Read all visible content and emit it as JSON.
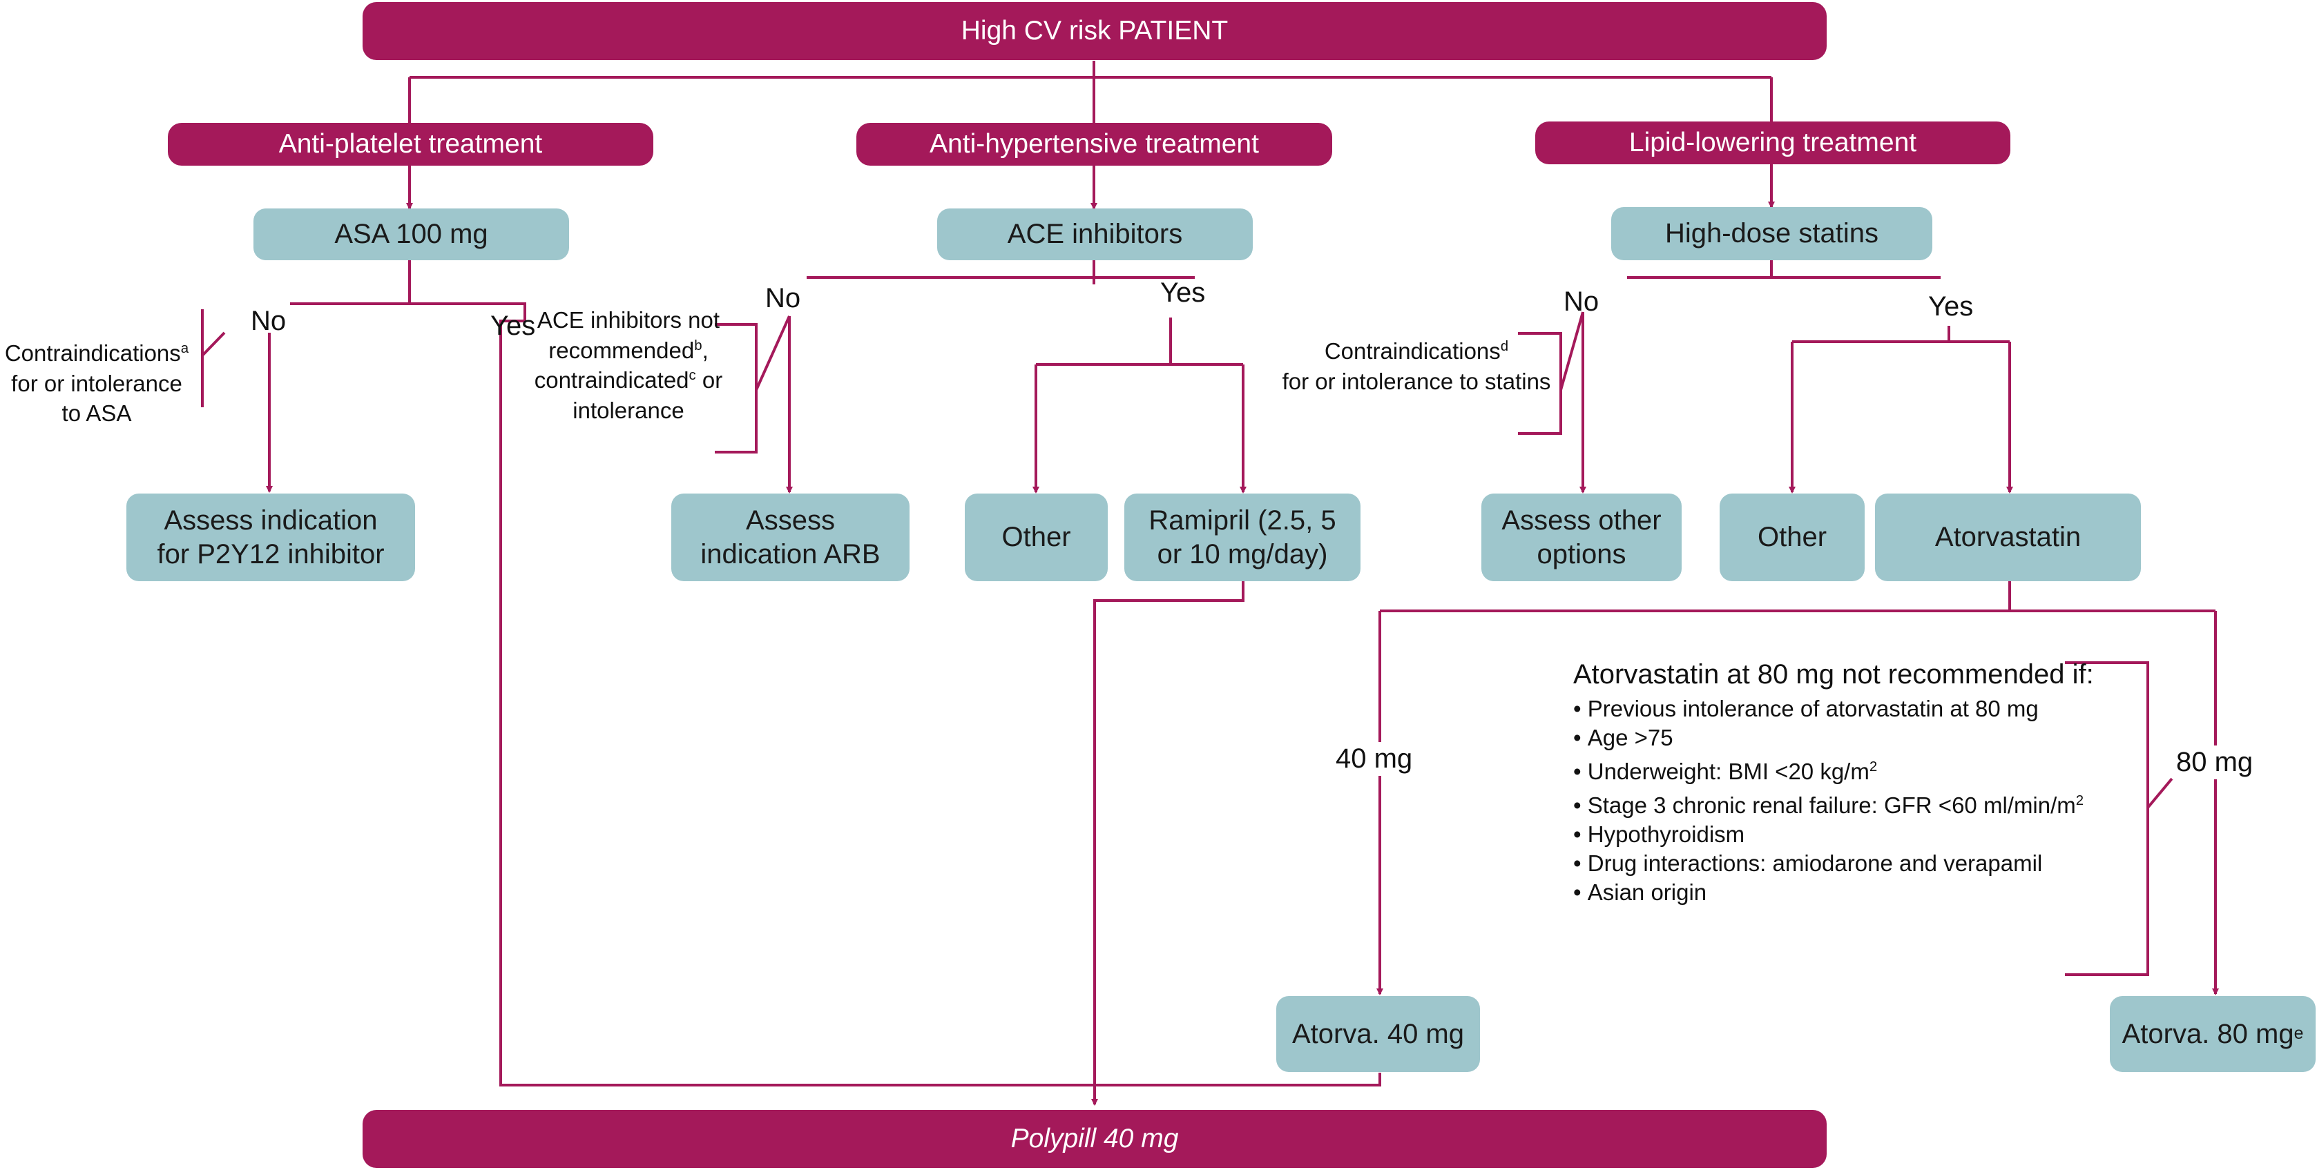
{
  "top": "High CV risk PATIENT",
  "bottom": "Polypill 40 mg",
  "colors": {
    "magenta": "#a4195a",
    "teal": "#9ec6cc"
  },
  "branches": {
    "antiplatelet": {
      "header": "Anti-platelet treatment",
      "drug": "ASA 100 mg",
      "no": "No",
      "yes": "Yes",
      "note_line1": "Contraindications",
      "note_sup": "a",
      "note_rest": "for or intolerance to ASA",
      "assess": "Assess indication for P2Y12 inhibitor"
    },
    "antihypertensive": {
      "header": "Anti-hypertensive treatment",
      "drug": "ACE inhibitors",
      "no": "No",
      "yes": "Yes",
      "note_a": "ACE inhibitors not recommended",
      "note_sup_b": "b",
      "note_b": ", contraindicated",
      "note_sup_c": "c",
      "note_c": " or intolerance",
      "assess": "Assess indication ARB",
      "other": "Other",
      "ramipril": "Ramipril (2.5, 5 or 10 mg/day)"
    },
    "lipid": {
      "header": "Lipid-lowering treatment",
      "drug": "High-dose statins",
      "no": "No",
      "yes": "Yes",
      "note_a": "Contraindications",
      "note_sup": "d",
      "note_b": "for or intolerance to statins",
      "assess": "Assess other options",
      "other": "Other",
      "atorvastatin": "Atorvastatin",
      "dose40_label": "40 mg",
      "dose80_label": "80 mg",
      "atorva40": "Atorva. 40 mg",
      "atorva80": "Atorva. 80 mg",
      "atorva80_sup": "e",
      "warning": {
        "title": "Atorvastatin at 80 mg not recommended if:",
        "items": [
          "Previous intolerance of atorvastatin at 80 mg",
          "Age >75",
          "Underweight: BMI <20 kg/m",
          "Stage 3 chronic renal failure: GFR <60 ml/min/m",
          "Hypothyroidism",
          "Drug interactions: amiodarone and verapamil",
          "Asian origin"
        ],
        "sup2": "2"
      }
    }
  }
}
